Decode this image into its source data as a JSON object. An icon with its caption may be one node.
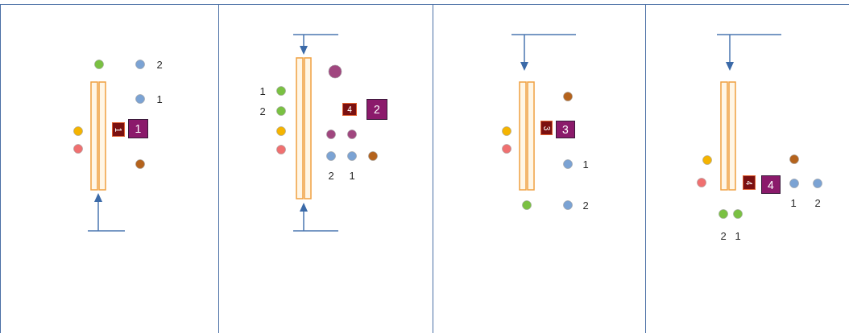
{
  "diagram": {
    "nodes": [
      {
        "text": [
          "1"
        ]
      },
      {
        "text": [
          "1"
        ]
      },
      {
        "text": [
          "4"
        ]
      },
      {
        "text": [
          "2"
        ]
      },
      {
        "text": [
          "3"
        ]
      },
      {
        "text": [
          "3"
        ]
      },
      {
        "text": [
          "4"
        ]
      },
      {
        "text": [
          "4"
        ]
      }
    ],
    "labels": [
      "2",
      "1",
      "1",
      "2",
      "2",
      "1",
      "1",
      "2",
      "1",
      "2",
      "2",
      "1"
    ]
  }
}
